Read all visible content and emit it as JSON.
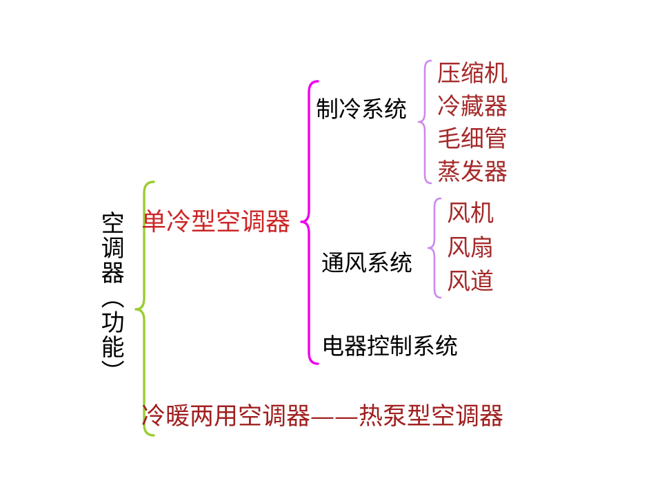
{
  "diagram": {
    "colors": {
      "background": "#ffffff",
      "root_brace": "#9acd32",
      "branch_brace": "#ee00ee",
      "leaf_brace": "#cc88ee",
      "branch1_text": "#cd2626",
      "branch2_text": "#a02020",
      "leaf_text": "#a52a2a",
      "node_text": "#000000"
    },
    "root": {
      "label": "空调器（功能）"
    },
    "branch1": {
      "label": "单冷型空调器",
      "children": [
        {
          "label": "制冷系统",
          "items": [
            "压缩机",
            "冷藏器",
            "毛细管",
            "蒸发器"
          ]
        },
        {
          "label": "通风系统",
          "items": [
            "风机",
            "风扇",
            "风道"
          ]
        },
        {
          "label": "电器控制系统",
          "items": []
        }
      ]
    },
    "branch2": {
      "label": "冷暖两用空调器——热泵型空调器"
    }
  }
}
